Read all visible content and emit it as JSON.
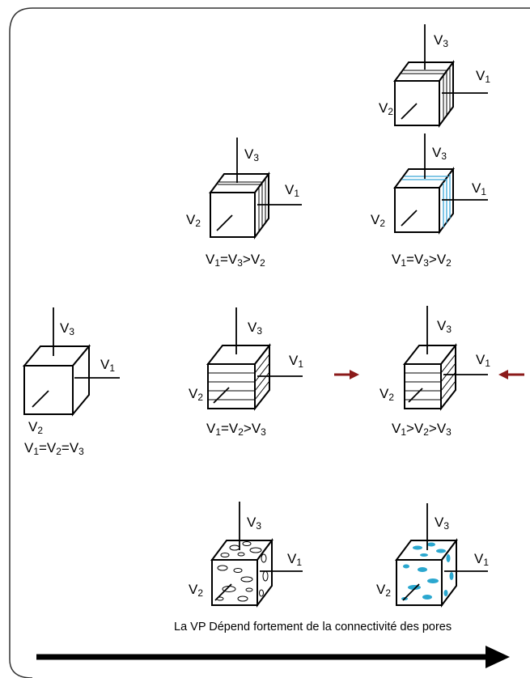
{
  "labels": {
    "v1": "V",
    "v2": "V",
    "v3": "V",
    "s1": "1",
    "s2": "2",
    "s3": "3"
  },
  "equations": {
    "isotropic": "V1=V2=V3",
    "vertical_fractures_a": "V1=V3>V2",
    "vertical_fractures_b": "V1=V3>V2",
    "horizontal_layers": "V1=V2>V3",
    "stressed_layers": "V1>V2>V3"
  },
  "caption": "La VP Dépend fortement de la connectivité des pores",
  "colors": {
    "fracture_blue": "#3aa6d8",
    "pore_fill": "#2aa7cf",
    "stress_arrow": "#8b1a1a",
    "line": "#000000"
  }
}
